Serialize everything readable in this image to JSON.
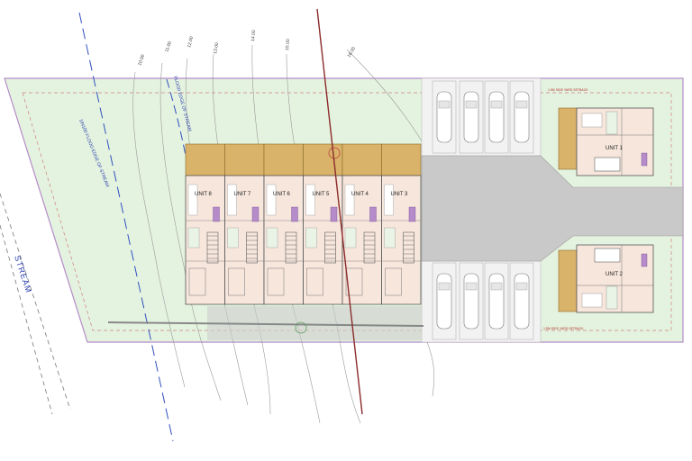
{
  "plan": {
    "stream_label": "STREAM",
    "flood_edge_label": "1IN100 FLOOD EDGE OF STREAM",
    "flood_edge_label_2": "FLOOD EDGE OF STREAM",
    "setback_label_top": "1.5M SIDE YARD SETBACK",
    "setback_label_bottom": "1.5M SIDE YARD SETBACK",
    "contours": [
      "10.00",
      "11.00",
      "12.00",
      "13.00",
      "14.00",
      "15.00",
      "16.00"
    ],
    "row_units": [
      "UNIT 8",
      "UNIT 7",
      "UNIT 6",
      "UNIT 5",
      "UNIT 4",
      "UNIT 3"
    ],
    "right_units": [
      "UNIT 1",
      "UNIT 2"
    ],
    "colors": {
      "site_fill": "#e4f3df",
      "site_border": "#b58bc9",
      "unit_fill": "#f6e6dc",
      "deck_fill": "#d9b36a",
      "drive_fill": "#c9c9c9",
      "contour": "#9a9a9a",
      "boundary_line": "#8b2b2b",
      "flood_line": "#3050c0",
      "setback": "#d08080"
    }
  }
}
